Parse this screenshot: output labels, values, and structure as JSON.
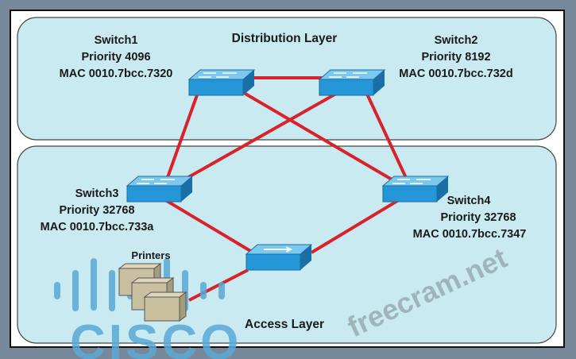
{
  "layers": {
    "distribution": "Distribution Layer",
    "access": "Access Layer"
  },
  "switches": [
    {
      "name": "Switch1",
      "priority": "Priority 4096",
      "mac": "MAC 0010.7bcc.7320"
    },
    {
      "name": "Switch2",
      "priority": "Priority 8192",
      "mac": "MAC 0010.7bcc.732d"
    },
    {
      "name": "Switch3",
      "priority": "Priority 32768",
      "mac": "MAC 0010.7bcc.733a"
    },
    {
      "name": "Switch4",
      "priority": "Priority 32768",
      "mac": "MAC 0010.7bcc.7347"
    }
  ],
  "printers_label": "Printers",
  "watermark": "freecram.net",
  "logo": "CISCO",
  "colors": {
    "link": "#d9232b",
    "layer_fill": "#c8eaf0",
    "switch": "#2b9ad6",
    "background": "#76889a"
  }
}
